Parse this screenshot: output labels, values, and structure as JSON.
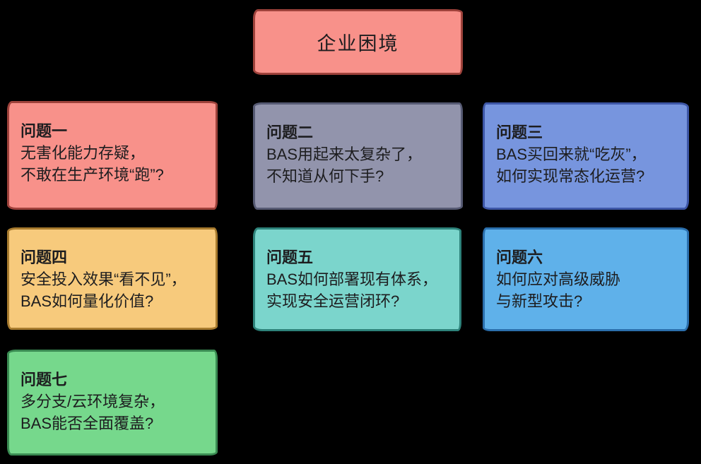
{
  "page": {
    "background": "#000000",
    "text_color": "#1d1d1f"
  },
  "title_box": {
    "label": "企业困境",
    "fill": "#f8918a",
    "border": "#9e423b"
  },
  "problems": [
    {
      "title": "问题一",
      "lines": [
        "无害化能力存疑，",
        "不敢在生产环境“跑”?"
      ],
      "fill": "#f8918a",
      "border": "#9e423b"
    },
    {
      "title": "问题二",
      "lines": [
        "BAS用起来太复杂了，",
        "不知道从何下手?"
      ],
      "fill": "#9294ac",
      "border": "#565a73"
    },
    {
      "title": "问题三",
      "lines": [
        "BAS买回来就“吃灰”，",
        "如何实现常态化运营?"
      ],
      "fill": "#7795de",
      "border": "#3d56a6"
    },
    {
      "title": "问题四",
      "lines": [
        "安全投入效果“看不见”，",
        "BAS如何量化价值?"
      ],
      "fill": "#f7ca7c",
      "border": "#a87b2e"
    },
    {
      "title": "问题五",
      "lines": [
        "BAS如何部署现有体系，",
        "实现安全运营闭环?"
      ],
      "fill": "#7bd5cc",
      "border": "#2e837b"
    },
    {
      "title": "问题六",
      "lines": [
        "如何应对高级威胁",
        "与新型攻击?"
      ],
      "fill": "#5fb1ea",
      "border": "#2b6fad"
    },
    {
      "title": "问题七",
      "lines": [
        "多分支/云环境复杂，",
        "BAS能否全面覆盖?"
      ],
      "fill": "#76d88c",
      "border": "#3a8b52"
    }
  ]
}
